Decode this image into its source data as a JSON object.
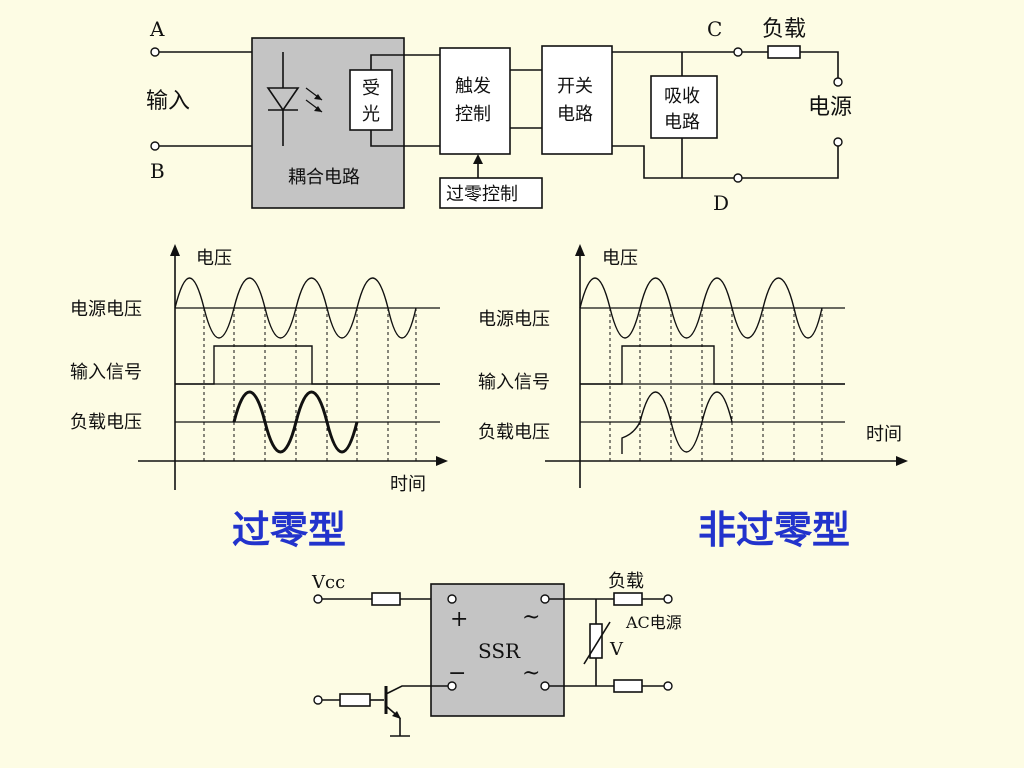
{
  "top_circuit": {
    "terminal_a": "A",
    "terminal_b": "B",
    "terminal_c": "C",
    "terminal_d": "D",
    "input_label": "输入",
    "receiver_line1": "受",
    "receiver_line2": "光",
    "coupling_label": "耦合电路",
    "trigger_line1": "触发",
    "trigger_line2": "控制",
    "switch_line1": "开关",
    "switch_line2": "电路",
    "absorb_line1": "吸收",
    "absorb_line2": "电路",
    "zero_cross_label": "过零控制",
    "load_label": "负载",
    "power_label": "电源"
  },
  "waveform_left": {
    "y_axis_label": "电压",
    "x_axis_label": "时间",
    "row_power": "电源电压",
    "row_input": "输入信号",
    "row_load": "负载电压",
    "title": "过零型"
  },
  "waveform_right": {
    "y_axis_label": "电压",
    "x_axis_label": "时间",
    "row_power": "电源电压",
    "row_input": "输入信号",
    "row_load": "负载电压",
    "title": "非过零型"
  },
  "ssr_circuit": {
    "vcc_label": "Vcc",
    "plus_label": "+",
    "minus_label": "−",
    "tilde_top": "~",
    "tilde_bottom": "~",
    "ssr_label": "SSR",
    "load_label": "负载",
    "ac_label": "AC电源",
    "varistor_label": "V"
  },
  "colors": {
    "background": "#fdfce4",
    "title_blue": "#2233cc",
    "gray_box": "#c4c4c4"
  }
}
